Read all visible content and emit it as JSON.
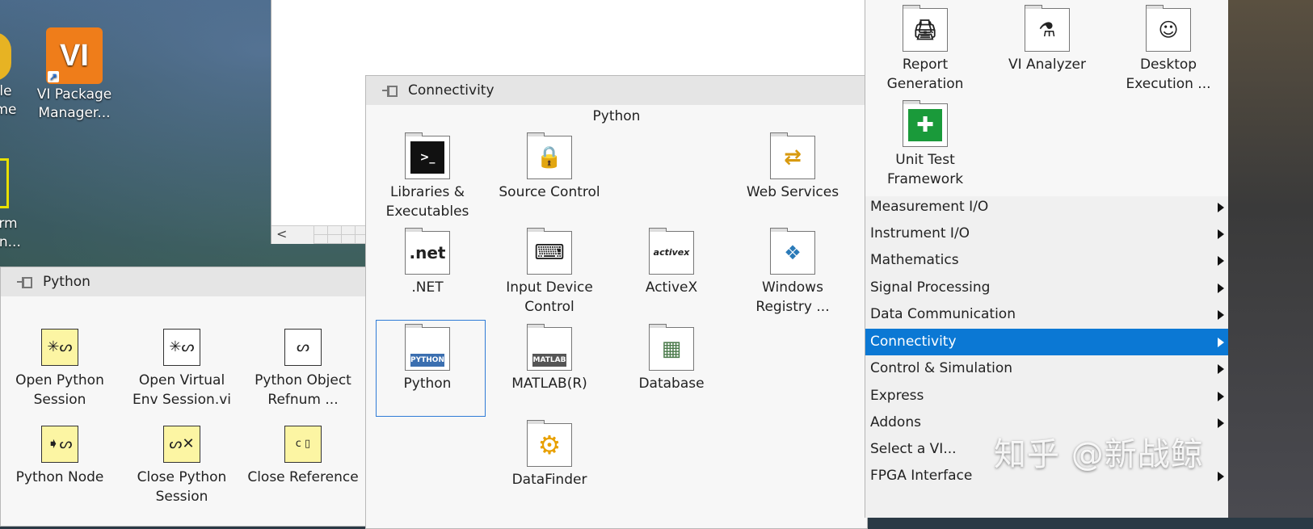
{
  "desktop": {
    "icon_chrome_label_top": "le",
    "icon_chrome_label_bottom": "me",
    "icon_vi_logo": "VI",
    "icon_vi_label_1": "VI Package",
    "icon_vi_label_2": "Manager...",
    "icon_third_label_1": "rm",
    "icon_third_label_2": "in..."
  },
  "block_diagram": {
    "scroll_left": "<"
  },
  "python_palette": {
    "title": "Python",
    "items": [
      {
        "label": "Open Python Session",
        "icon": "python-session-icon"
      },
      {
        "label": "Open Virtual Env Session.vi",
        "icon": "virtual-env-icon"
      },
      {
        "label": "Python Object Refnum ...",
        "icon": "python-refnum-icon"
      },
      {
        "label": "Python Node",
        "icon": "python-node-icon"
      },
      {
        "label": "Close Python Session",
        "icon": "close-session-icon"
      },
      {
        "label": "Close Reference",
        "icon": "close-reference-icon"
      }
    ]
  },
  "connectivity_palette": {
    "title": "Connectivity",
    "subtitle": "Python",
    "items": [
      {
        "label": "Libraries & Executables",
        "glyph": ">_"
      },
      {
        "label": "Source Control",
        "glyph": "🔒"
      },
      {
        "label": "Web Services",
        "glyph": "⇄"
      },
      {
        "label": ".NET",
        "glyph": ".net"
      },
      {
        "label": "Input Device Control",
        "glyph": "⌨"
      },
      {
        "label": "ActiveX",
        "glyph": "activex"
      },
      {
        "label": "Windows Registry ...",
        "glyph": "❖"
      },
      {
        "label": "Python",
        "glyph": "PYTHON"
      },
      {
        "label": "MATLAB(R)",
        "glyph": "MATLAB"
      },
      {
        "label": "Database",
        "glyph": "▦"
      },
      {
        "label": "DataFinder",
        "glyph": "⚙"
      }
    ]
  },
  "functions_menu": {
    "top_items": [
      {
        "label": "Report Generation",
        "glyph": "🖨"
      },
      {
        "label": "VI Analyzer",
        "glyph": "⚗"
      },
      {
        "label": "Desktop Execution ...",
        "glyph": "☺"
      },
      {
        "label": "Unit Test Framework",
        "glyph": "✚"
      }
    ],
    "rows": [
      {
        "label": "Measurement I/O"
      },
      {
        "label": "Instrument I/O"
      },
      {
        "label": "Mathematics"
      },
      {
        "label": "Signal Processing"
      },
      {
        "label": "Data Communication"
      },
      {
        "label": "Connectivity"
      },
      {
        "label": "Control & Simulation"
      },
      {
        "label": "Express"
      },
      {
        "label": "Addons"
      },
      {
        "label": "Select a VI..."
      },
      {
        "label": "FPGA Interface"
      }
    ]
  },
  "watermark": "知乎 @新战鲸",
  "colors": {
    "selection": "#0b78d4",
    "vi_orange": "#ef7d1a"
  }
}
